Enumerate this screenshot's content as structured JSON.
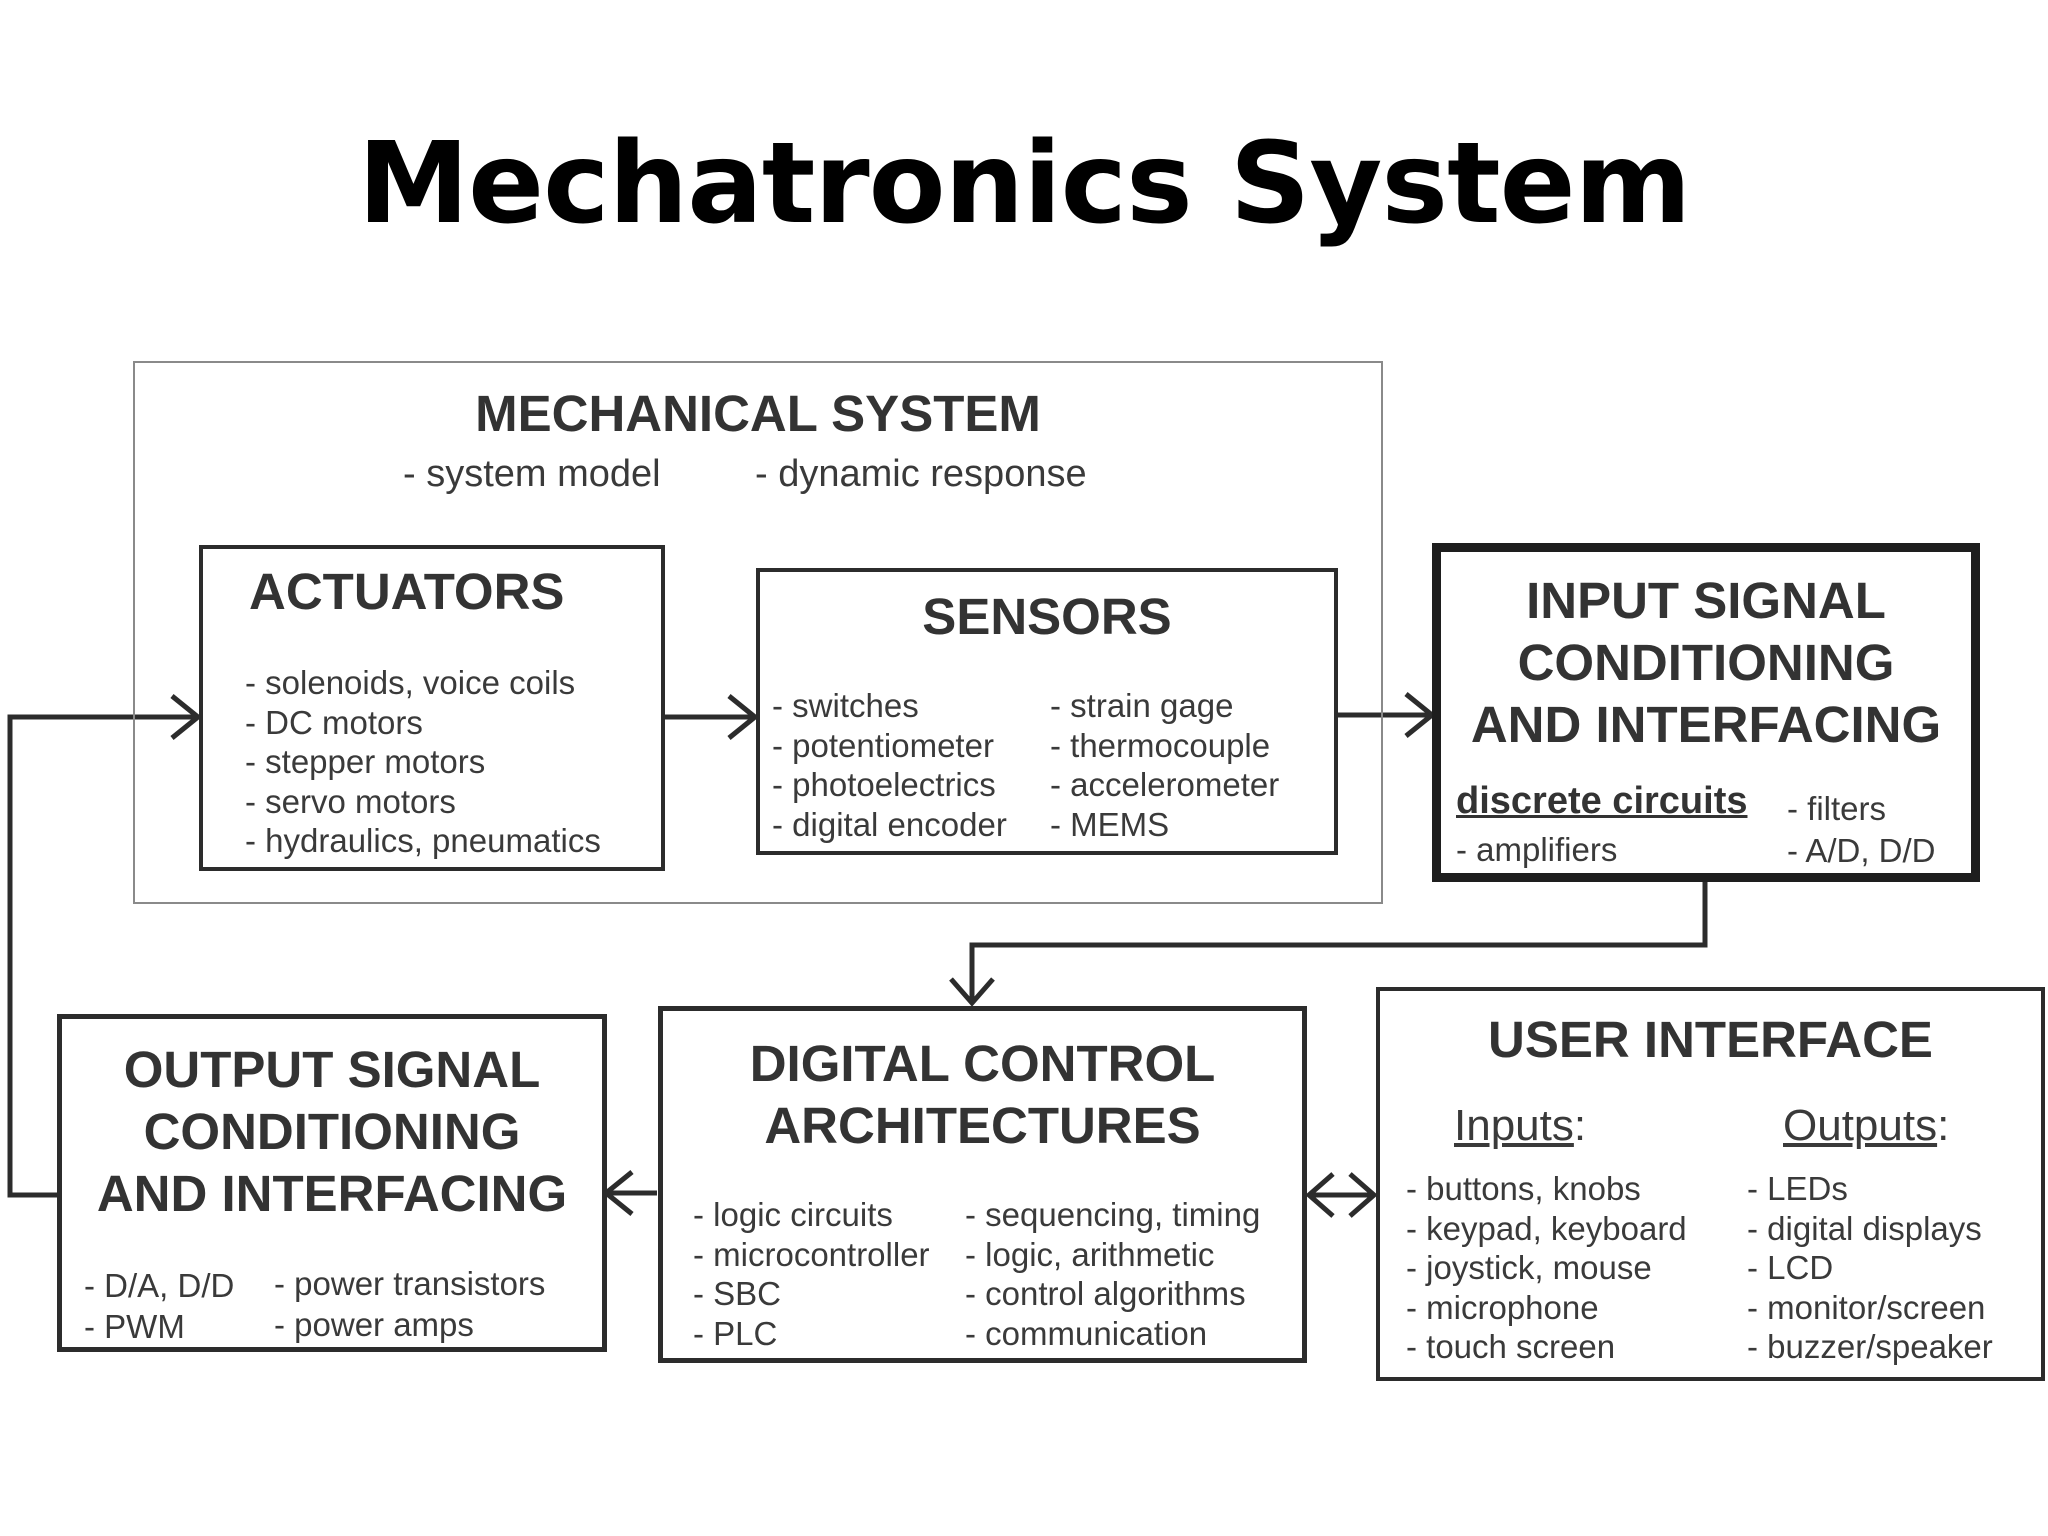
{
  "title": "Mechatronics System",
  "mechanical_system": {
    "title": "MECHANICAL SYSTEM",
    "subs": [
      "- system model",
      "- dynamic response"
    ]
  },
  "actuators": {
    "title": "ACTUATORS",
    "items": [
      "- solenoids, voice coils",
      "- DC motors",
      "- stepper motors",
      "- servo motors",
      "- hydraulics, pneumatics"
    ]
  },
  "sensors": {
    "title": "SENSORS",
    "col1": [
      "- switches",
      "- potentiometer",
      "- photoelectrics",
      "- digital encoder"
    ],
    "col2": [
      "- strain gage",
      "- thermocouple",
      "- accelerometer",
      "- MEMS"
    ]
  },
  "input_signal": {
    "title_lines": [
      "INPUT SIGNAL",
      "CONDITIONING",
      "AND INTERFACING"
    ],
    "subtitle": "discrete circuits",
    "left_items": [
      "- amplifiers"
    ],
    "right_items": [
      "- filters",
      "- A/D, D/D"
    ]
  },
  "digital_control": {
    "title_lines": [
      "DIGITAL CONTROL",
      "ARCHITECTURES"
    ],
    "col1": [
      "- logic circuits",
      "- microcontroller",
      "- SBC",
      "- PLC"
    ],
    "col2": [
      "- sequencing, timing",
      "- logic, arithmetic",
      "- control algorithms",
      "- communication"
    ]
  },
  "output_signal": {
    "title_lines": [
      "OUTPUT SIGNAL",
      "CONDITIONING",
      "AND INTERFACING"
    ],
    "col1": [
      "- D/A, D/D",
      "- PWM"
    ],
    "col2": [
      "- power transistors",
      "- power amps"
    ]
  },
  "user_interface": {
    "title": "USER INTERFACE",
    "inputs_label": "Inputs",
    "outputs_label": "Outputs",
    "colon": ":",
    "inputs": [
      "- buttons, knobs",
      "- keypad, keyboard",
      "- joystick, mouse",
      "- microphone",
      "- touch screen"
    ],
    "outputs": [
      "- LEDs",
      "- digital displays",
      "- LCD",
      "- monitor/screen",
      "- buzzer/speaker"
    ]
  },
  "colors": {
    "line": "#2c2c2c",
    "frame": "#8a8a8a",
    "text": "#333333"
  }
}
